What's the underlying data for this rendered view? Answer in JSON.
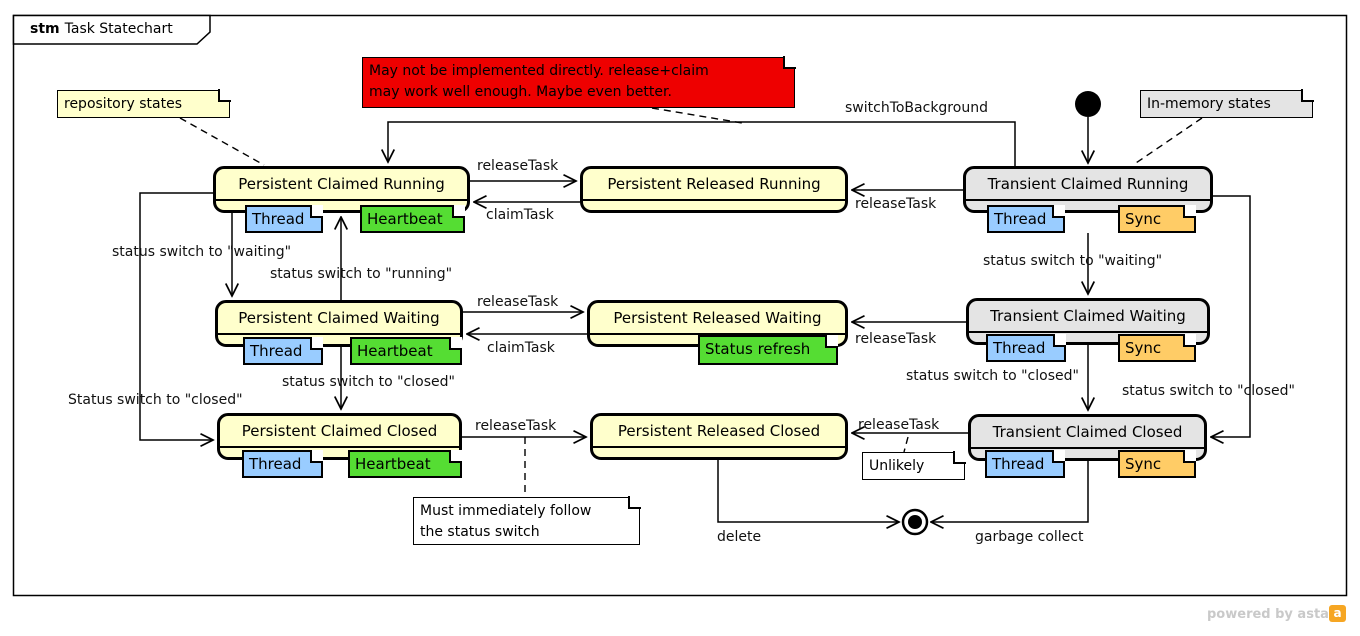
{
  "frame": {
    "keyword": "stm",
    "title": "Task Statechart"
  },
  "watermark": {
    "text": "powered by astah*",
    "logo": "astah-orange-icon"
  },
  "notes": {
    "repository": "repository states",
    "in_memory": "In-memory states",
    "warning": "May not be implemented directly. release+claim\nmay work well enough. Maybe even better.",
    "unlikely": "Unlikely",
    "must_follow": "Must immediately follow\nthe status switch"
  },
  "states": {
    "pcr": {
      "title": "Persistent Claimed Running",
      "tags": [
        "Thread",
        "Heartbeat"
      ]
    },
    "prr": {
      "title": "Persistent Released Running",
      "tags": []
    },
    "tcr": {
      "title": "Transient Claimed Running",
      "tags": [
        "Thread",
        "Sync"
      ]
    },
    "pcw": {
      "title": "Persistent Claimed Waiting",
      "tags": [
        "Thread",
        "Heartbeat"
      ]
    },
    "prw": {
      "title": "Persistent Released Waiting",
      "tags": [
        "Status refresh"
      ]
    },
    "tcw": {
      "title": "Transient Claimed Waiting",
      "tags": [
        "Thread",
        "Sync"
      ]
    },
    "pcc": {
      "title": "Persistent Claimed Closed",
      "tags": [
        "Thread",
        "Heartbeat"
      ]
    },
    "prc": {
      "title": "Persistent Released Closed",
      "tags": []
    },
    "tcc": {
      "title": "Transient Claimed Closed",
      "tags": [
        "Thread",
        "Sync"
      ]
    }
  },
  "transitions": {
    "switch_to_background": "switchToBackground",
    "release_pcr_prr": "releaseTask",
    "claim_prr_pcr": "claimTask",
    "release_tcr_prr": "releaseTask",
    "status_waiting_left": "status switch to \"waiting\"",
    "status_running": "status switch to \"running\"",
    "status_closed_mid_left": "status switch to \"closed\"",
    "status_closed_outer_left": "Status switch to \"closed\"",
    "release_pcw_prw": "releaseTask",
    "claim_prw_pcw": "claimTask",
    "release_tcw_prw": "releaseTask",
    "status_waiting_right": "status switch to \"waiting\"",
    "status_closed_mid_right": "status switch to \"closed\"",
    "status_closed_outer_right": "status switch to \"closed\"",
    "release_pcc_prc": "releaseTask",
    "release_tcc_prc": "releaseTask",
    "delete": "delete",
    "garbage_collect": "garbage collect"
  },
  "colors": {
    "state_persistent": "#FFFFCC",
    "state_transient": "#E4E4E4",
    "tag_thread": "#99CCFF",
    "tag_heartbeat": "#55DD33",
    "tag_sync": "#FFCC66",
    "note_warning": "#EE0000",
    "note_yellow": "#FFFFCC",
    "note_gray": "#E4E4E4",
    "line": "#000000"
  }
}
